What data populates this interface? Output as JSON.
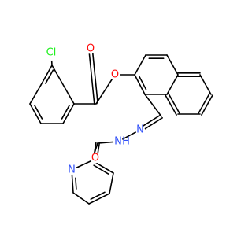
{
  "colors": {
    "background": "#ffffff",
    "bond": "#000000",
    "element": {
      "C": "#000000",
      "O": "#ff0d0d",
      "N": "#3050f8",
      "Cl": "#1ff01f",
      "H": "#3050f8"
    }
  },
  "molecule": {
    "atoms": [
      {
        "el": "C"
      },
      {
        "el": "C"
      },
      {
        "el": "C"
      },
      {
        "el": "C"
      },
      {
        "el": "C"
      },
      {
        "el": "C"
      },
      {
        "el": "Cl",
        "label": "Cl"
      },
      {
        "el": "C"
      },
      {
        "el": "O",
        "label": "O"
      },
      {
        "el": "O",
        "label": "O"
      },
      {
        "el": "C"
      },
      {
        "el": "C"
      },
      {
        "el": "C"
      },
      {
        "el": "C"
      },
      {
        "el": "C"
      },
      {
        "el": "C"
      },
      {
        "el": "C"
      },
      {
        "el": "C"
      },
      {
        "el": "C"
      },
      {
        "el": "C"
      },
      {
        "el": "C"
      },
      {
        "el": "N",
        "label": "N"
      },
      {
        "el": "N",
        "label": "N",
        "sub": "H",
        "subSide": "right"
      },
      {
        "el": "C"
      },
      {
        "el": "O",
        "label": "O"
      },
      {
        "el": "C"
      },
      {
        "el": "C"
      },
      {
        "el": "C"
      },
      {
        "el": "C"
      },
      {
        "el": "C"
      },
      {
        "el": "N",
        "label": "N"
      }
    ],
    "bonds": [
      {
        "a": 0,
        "b": 1,
        "o": 2
      },
      {
        "a": 1,
        "b": 2,
        "o": 1
      },
      {
        "a": 2,
        "b": 3,
        "o": 2
      },
      {
        "a": 3,
        "b": 4,
        "o": 1
      },
      {
        "a": 4,
        "b": 5,
        "o": 2
      },
      {
        "a": 5,
        "b": 0,
        "o": 1
      },
      {
        "a": 0,
        "b": 6,
        "o": 1
      },
      {
        "a": 5,
        "b": 7,
        "o": 1
      },
      {
        "a": 7,
        "b": 8,
        "o": 2
      },
      {
        "a": 7,
        "b": 9,
        "o": 1
      },
      {
        "a": 9,
        "b": 10,
        "o": 1
      },
      {
        "a": 10,
        "b": 11,
        "o": 1
      },
      {
        "a": 11,
        "b": 12,
        "o": 2
      },
      {
        "a": 12,
        "b": 13,
        "o": 1
      },
      {
        "a": 13,
        "b": 14,
        "o": 2
      },
      {
        "a": 14,
        "b": 15,
        "o": 1
      },
      {
        "a": 15,
        "b": 16,
        "o": 2
      },
      {
        "a": 16,
        "b": 17,
        "o": 1
      },
      {
        "a": 17,
        "b": 18,
        "o": 2
      },
      {
        "a": 18,
        "b": 13,
        "o": 1
      },
      {
        "a": 18,
        "b": 19,
        "o": 1
      },
      {
        "a": 19,
        "b": 10,
        "o": 2
      },
      {
        "a": 19,
        "b": 20,
        "o": 1
      },
      {
        "a": 20,
        "b": 21,
        "o": 2
      },
      {
        "a": 21,
        "b": 22,
        "o": 1
      },
      {
        "a": 22,
        "b": 23,
        "o": 1
      },
      {
        "a": 23,
        "b": 24,
        "o": 2
      },
      {
        "a": 23,
        "b": 25,
        "o": 1
      },
      {
        "a": 25,
        "b": 26,
        "o": 2
      },
      {
        "a": 26,
        "b": 27,
        "o": 1
      },
      {
        "a": 27,
        "b": 28,
        "o": 2
      },
      {
        "a": 28,
        "b": 29,
        "o": 1
      },
      {
        "a": 29,
        "b": 30,
        "o": 2
      },
      {
        "a": 30,
        "b": 25,
        "o": 1
      }
    ]
  }
}
